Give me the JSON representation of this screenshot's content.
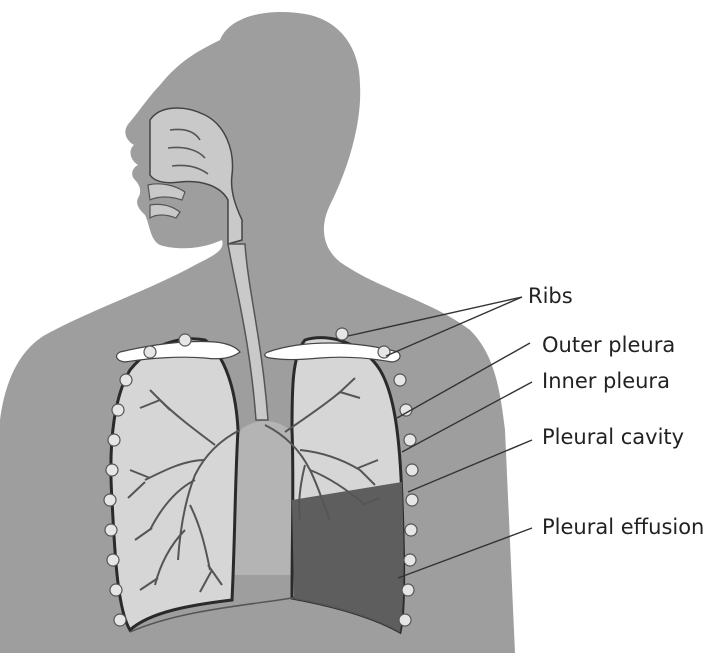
{
  "labels": {
    "ribs": "Ribs",
    "outer_pleura": "Outer pleura",
    "inner_pleura": "Inner pleura",
    "pleural_cavity": "Pleural cavity",
    "pleural_effusion": "Pleural effusion"
  },
  "colors": {
    "body": "#9e9e9e",
    "lung": "#d6d6d6",
    "airway": "#c9c9c9",
    "effusion": "#5e5e5e",
    "outline": "#2a2a2a",
    "background": "#ffffff"
  }
}
